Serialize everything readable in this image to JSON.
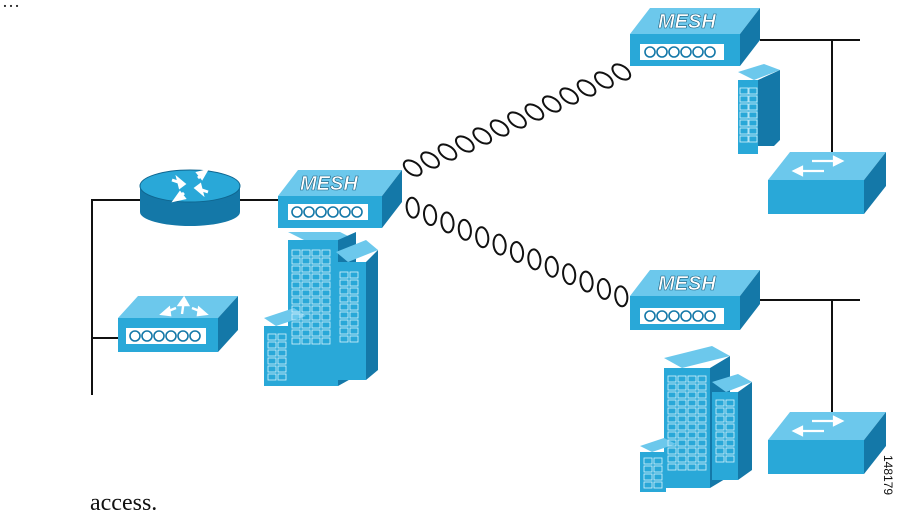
{
  "header_text_fragment": "…",
  "caption": "access.",
  "figure_id": "148179",
  "nodes": {
    "root_ap_label": "MESH",
    "mesh_ap_top_label": "MESH",
    "mesh_ap_bottom_label": "MESH"
  },
  "colors": {
    "device_fill": "#29a8d8",
    "device_side": "#1478a8",
    "device_top": "#6cc8ec",
    "wire": "#111111",
    "link": "#111111"
  },
  "icons": [
    "router-icon",
    "wireless-lan-controller-icon",
    "mesh-ap-icon",
    "building-icon",
    "switch-icon",
    "wireless-link-icon"
  ]
}
